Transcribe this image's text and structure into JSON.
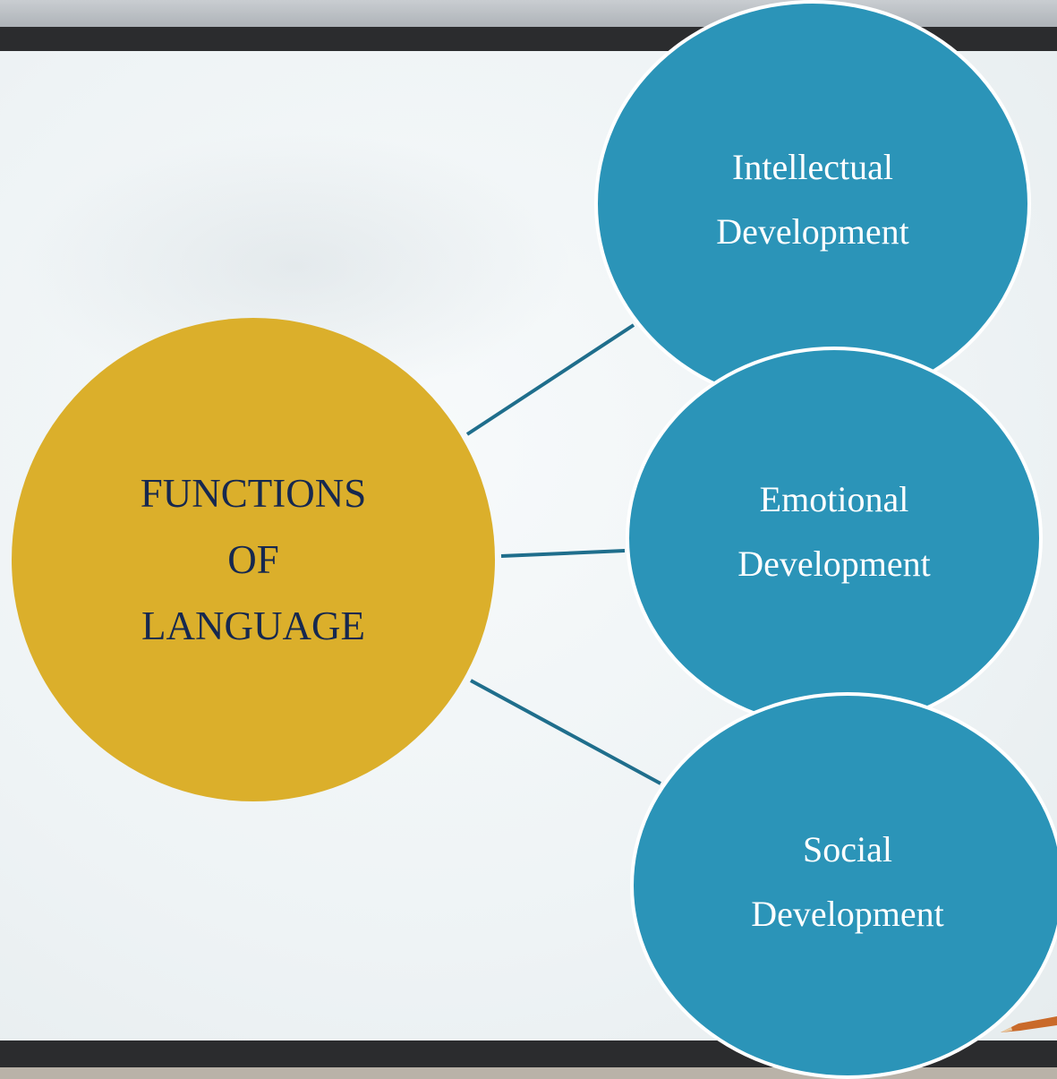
{
  "diagram": {
    "center": {
      "lines": [
        "FUNCTIONS",
        "OF",
        "LANGUAGE"
      ]
    },
    "nodes": [
      {
        "lines": [
          "Intellectual",
          "Development"
        ]
      },
      {
        "lines": [
          "Emotional",
          "Development"
        ]
      },
      {
        "lines": [
          "Social",
          "Development"
        ]
      }
    ]
  },
  "colors": {
    "center_fill": "#dbaf2b",
    "center_text": "#16284f",
    "node_fill": "#2b94b8",
    "node_text": "#ffffff",
    "connector": "#1f6e8c",
    "frame": "#2b2c2e",
    "board": "#f2f6f8"
  }
}
